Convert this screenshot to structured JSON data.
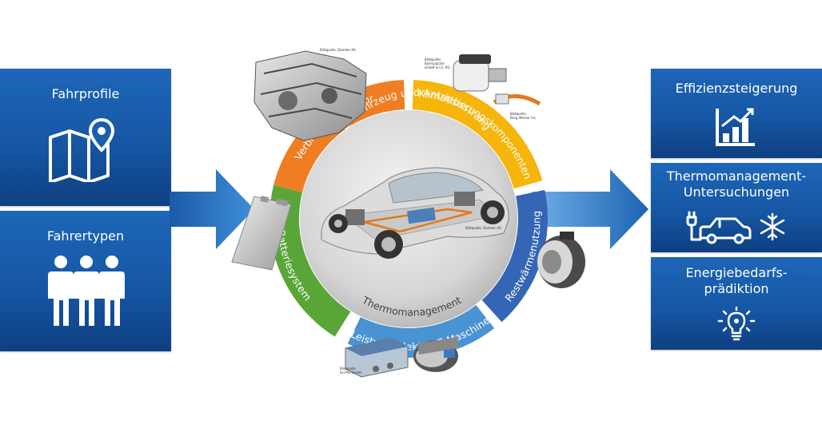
{
  "inputs": [
    {
      "label": "Fahrprofile",
      "icon": "map-pin-icon"
    },
    {
      "label": "Fahrertypen",
      "icon": "people-icon"
    }
  ],
  "outputs": [
    {
      "label": "Effizienzsteigerung",
      "icon": "bar-chart-growth-icon"
    },
    {
      "label_line1": "Thermomanagement-",
      "label_line2": "Untersuchungen",
      "icon": "electric-car-snowflake-icon"
    },
    {
      "label_line1": "Energiebedarfs-",
      "label_line2": "prädiktion",
      "icon": "lightbulb-icon"
    }
  ],
  "ring": {
    "segments": [
      {
        "label": "Verbrennungsmotor",
        "color": "#ef7d22"
      },
      {
        "label": "Klimatisierungskomponenten",
        "color": "#f5b50a"
      },
      {
        "label": "Restwärmenutzung",
        "color": "#3566b5"
      },
      {
        "label": "Leistungselektr. / E-Maschine",
        "color": "#4a93d3"
      },
      {
        "label": "Batteriesystem",
        "color": "#5aa537"
      }
    ],
    "inner_top": "Zielfahrzeug und Antriebsstrang",
    "inner_bottom": "Thermomanagement"
  },
  "credits": {
    "engine": "Bildquelle: Daimler AG",
    "clima_1": "Bildquelle:",
    "clima_2": "Eberspächer",
    "clima_3": "GmbH & Co. KG",
    "clima_4": "Bildquelle:",
    "clima_5": "Borg Warner Inc.",
    "car": "Bildquelle: Daimler AG",
    "power_1": "Bildquelle:",
    "power_2": "Sci-Mo GmbH"
  },
  "colors": {
    "box_blue": "#1a5eb0",
    "arrow_blue": "#2f7fd0"
  }
}
